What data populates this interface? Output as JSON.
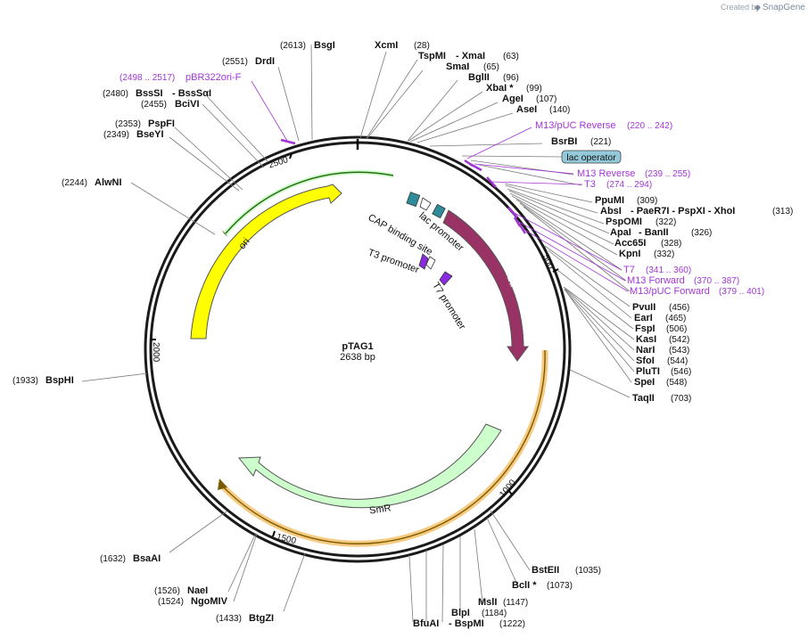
{
  "credit": {
    "prefix": "Created by",
    "brand": "SnapGene"
  },
  "plasmid": {
    "name": "pTAG1",
    "size_label": "2638 bp",
    "length": 2638
  },
  "ticks": [
    "2500",
    "500",
    "1000",
    "1500",
    "2000"
  ],
  "sites": [
    {
      "pos": "(2613)",
      "name": "BsgI"
    },
    {
      "name": "XcmI",
      "pos": "(28)"
    },
    {
      "name": "TspMI",
      "sep": "- XmaI",
      "pos": "(63)"
    },
    {
      "name": "SmaI",
      "pos": "(65)"
    },
    {
      "name": "BglII",
      "pos": "(96)"
    },
    {
      "name": "XbaI *",
      "pos": "(99)"
    },
    {
      "name": "AgeI",
      "pos": "(107)"
    },
    {
      "name": "AseI",
      "pos": "(140)"
    },
    {
      "name": "BsrBI",
      "pos": "(221)"
    },
    {
      "name": "PpuMI",
      "pos": "(309)"
    },
    {
      "name": "AbsI",
      "sep": "- PaeR7I - PspXI - XhoI",
      "pos": "(313)"
    },
    {
      "name": "PspOMI",
      "pos": "(322)"
    },
    {
      "name": "ApaI",
      "sep": "- BanII",
      "pos": "(326)"
    },
    {
      "name": "Acc65I",
      "pos": "(328)"
    },
    {
      "name": "KpnI",
      "pos": "(332)"
    },
    {
      "name": "PvuII",
      "pos": "(456)"
    },
    {
      "name": "EarI",
      "pos": "(465)"
    },
    {
      "name": "FspI",
      "pos": "(506)"
    },
    {
      "name": "KasI",
      "pos": "(542)"
    },
    {
      "name": "NarI",
      "pos": "(543)"
    },
    {
      "name": "SfoI",
      "pos": "(544)"
    },
    {
      "name": "PluTI",
      "pos": "(546)"
    },
    {
      "name": "SpeI",
      "pos": "(548)"
    },
    {
      "name": "TaqII",
      "pos": "(703)"
    },
    {
      "name": "BstEII",
      "pos": "(1035)"
    },
    {
      "name": "BclI *",
      "pos": "(1073)"
    },
    {
      "name": "MslI",
      "pos": "(1147)"
    },
    {
      "name": "BlpI",
      "pos": "(1184)"
    },
    {
      "name": "BfuAI",
      "sep": "- BspMI",
      "pos": "(1222)"
    },
    {
      "pos": "(1433)",
      "name": "BtgZI"
    },
    {
      "pos": "(1526)",
      "name": "NaeI"
    },
    {
      "pos": "(1524)",
      "name": "NgoMIV"
    },
    {
      "pos": "(1632)",
      "name": "BsaAI"
    },
    {
      "pos": "(1933)",
      "name": "BspHI"
    },
    {
      "pos": "(2244)",
      "name": "AlwNI"
    },
    {
      "pos": "(2353)",
      "name": "PspFI"
    },
    {
      "pos": "(2349)",
      "name": "BseYI"
    },
    {
      "pos": "(2480)",
      "name": "BssSI",
      "sep": "- BssSαI"
    },
    {
      "pos": "(2455)",
      "name": "BciVI"
    },
    {
      "pos": "(2551)",
      "name": "DrdI"
    }
  ],
  "primers": [
    {
      "pos": "(2498 .. 2517)",
      "name": "pBR322ori-F"
    },
    {
      "name": "M13/pUC Reverse",
      "pos": "(220 .. 242)"
    },
    {
      "name": "M13 Reverse",
      "pos": "(239 .. 255)"
    },
    {
      "name": "T3",
      "pos": "(274 .. 294)"
    },
    {
      "name": "T7",
      "pos": "(341 .. 360)"
    },
    {
      "name": "M13 Forward",
      "pos": "(370 .. 387)"
    },
    {
      "name": "M13/pUC Forward",
      "pos": "(379 .. 401)"
    }
  ],
  "features": {
    "ori": "ori",
    "lacZa": "lacZα",
    "smr": "SmR",
    "lac_operator": "lac operator",
    "lac_promoter": "lac promoter",
    "cap_site": "CAP binding site",
    "t3_promoter": "T3 promoter",
    "t7_promoter": "T7 promoter"
  },
  "colors": {
    "ori": "#ffff00",
    "lacZa": "#993366",
    "smr": "#ccffcc",
    "primer": "#a235d6",
    "promoter": "#2f8a9a",
    "highlight_orange": "#f5c26b",
    "lac_operator_fill": "#93c9d9"
  }
}
